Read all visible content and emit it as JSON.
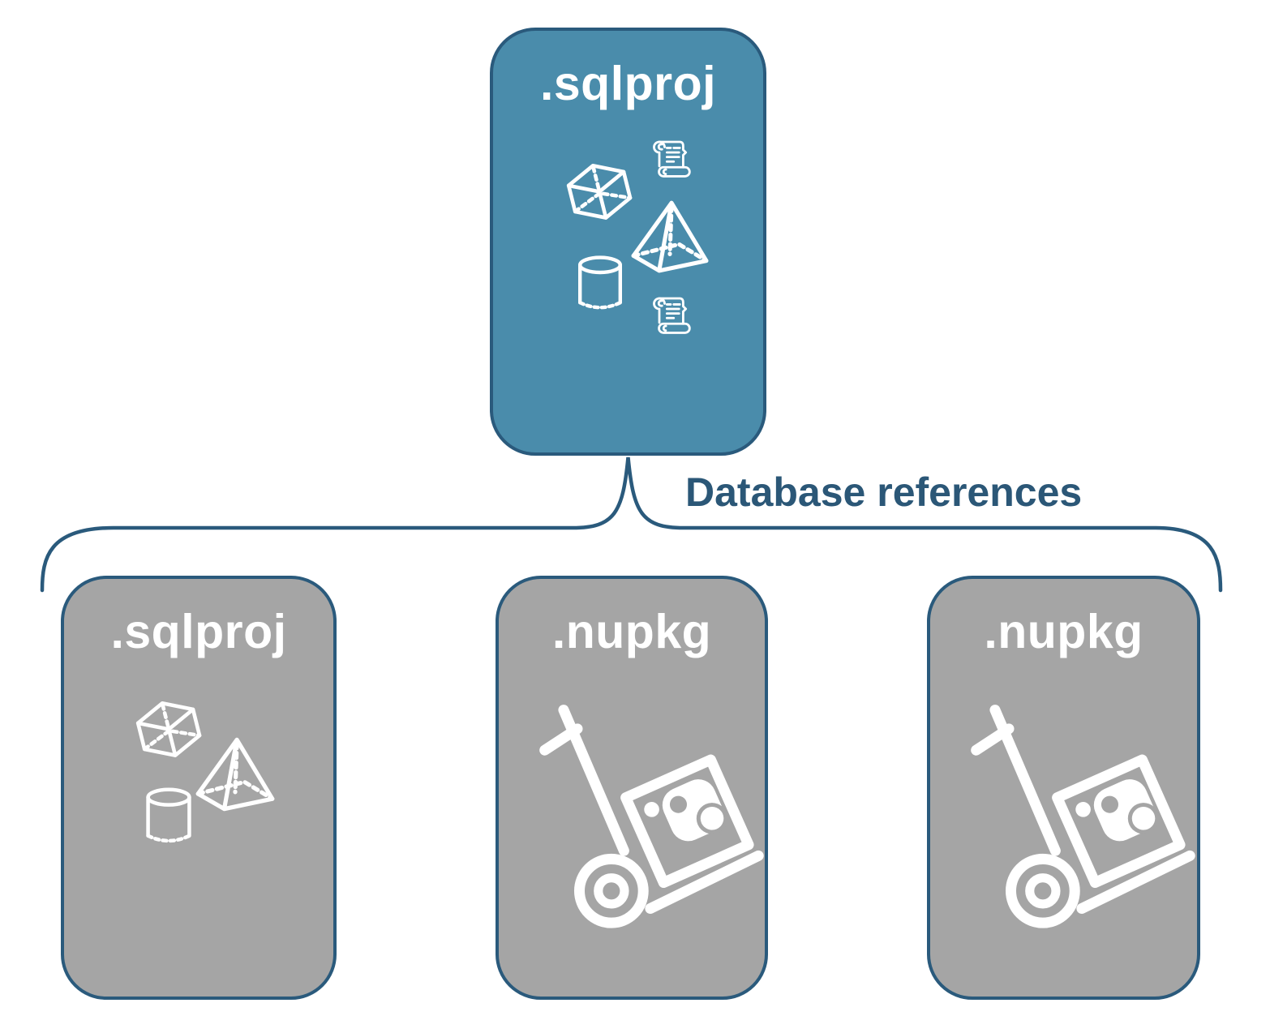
{
  "colors": {
    "canvas_bg": "#ffffff",
    "box_blue": "#4a8cab",
    "box_gray": "#a5a5a5",
    "border_navy": "#2a5a7c",
    "label_navy": "#2b5777",
    "icon_white": "#ffffff"
  },
  "root_box": {
    "label": ".sqlproj",
    "icons": [
      "script-scroll-icon",
      "cube-icon",
      "pyramid-icon",
      "cylinder-icon",
      "script-scroll-icon"
    ]
  },
  "connector": {
    "label": "Database references"
  },
  "child_boxes": [
    {
      "label": ".sqlproj",
      "icons": [
        "cube-icon",
        "pyramid-icon",
        "cylinder-icon"
      ]
    },
    {
      "label": ".nupkg",
      "icons": [
        "handtruck-package-icon"
      ]
    },
    {
      "label": ".nupkg",
      "icons": [
        "handtruck-package-icon"
      ]
    }
  ]
}
